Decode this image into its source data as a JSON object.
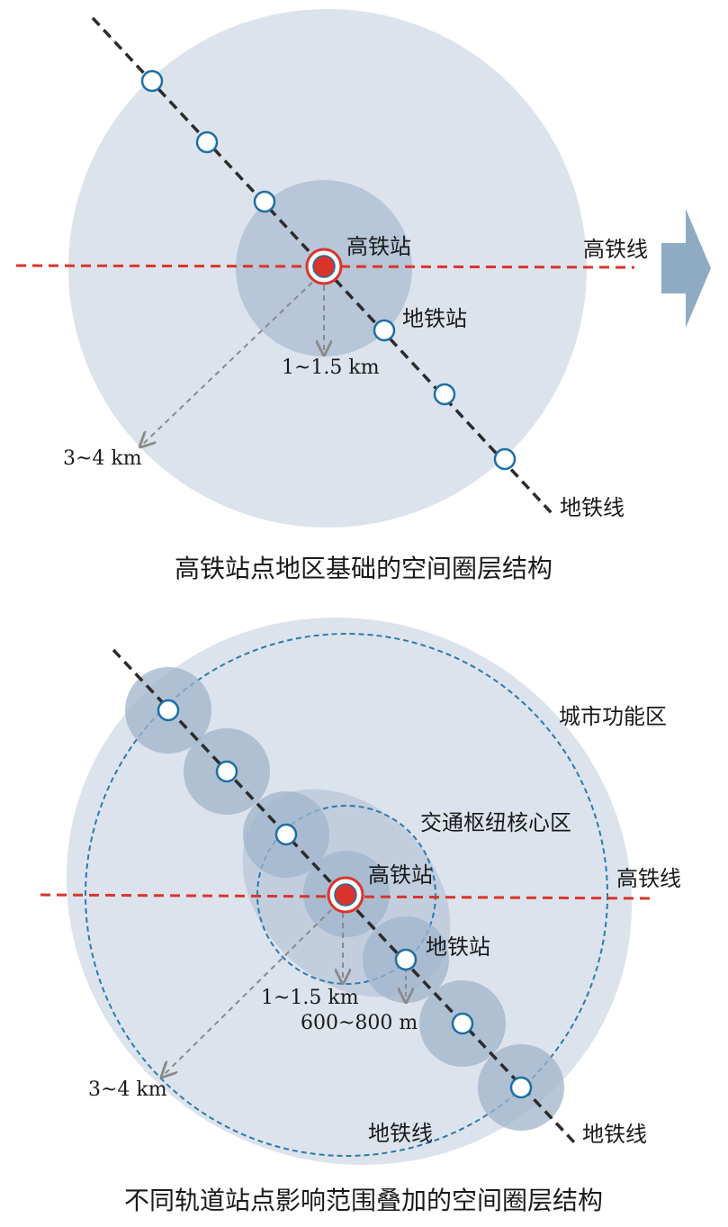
{
  "colors": {
    "outer_zone": "#dde3ec",
    "inner_zone": "#b7c6d8",
    "station_zone": "#9fb4cb",
    "hsr_line": "#d9342b",
    "metro_line": "#2b2b2b",
    "dashed_circle": "#2a7ab0",
    "arrow": "#8fabc4",
    "station_ring": "#1d6fa5"
  },
  "top": {
    "hsr_station": "高铁站",
    "hsr_line": "高铁线",
    "metro_station": "地铁站",
    "metro_line": "地铁线",
    "inner_radius": "1~1.5 km",
    "outer_radius": "3~4 km",
    "caption": "高铁站点地区基础的空间圈层结构"
  },
  "bottom": {
    "city_zone": "城市功能区",
    "core_zone": "交通枢纽核心区",
    "hsr_station": "高铁站",
    "hsr_line": "高铁线",
    "metro_station": "地铁站",
    "metro_line_right": "地铁线",
    "metro_line_bottom": "地铁线",
    "inner_radius": "1~1.5 km",
    "station_radius": "600~800 m",
    "outer_radius": "3~4 km",
    "caption": "不同轨道站点影响范围叠加的空间圈层结构"
  }
}
